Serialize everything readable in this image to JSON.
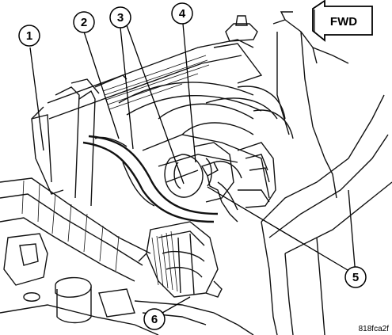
{
  "orientation": {
    "label": "FWD"
  },
  "callouts": [
    {
      "number": "1"
    },
    {
      "number": "2"
    },
    {
      "number": "3"
    },
    {
      "number": "4"
    },
    {
      "number": "5"
    },
    {
      "number": "6"
    }
  ],
  "figure_id": "818fca2f"
}
